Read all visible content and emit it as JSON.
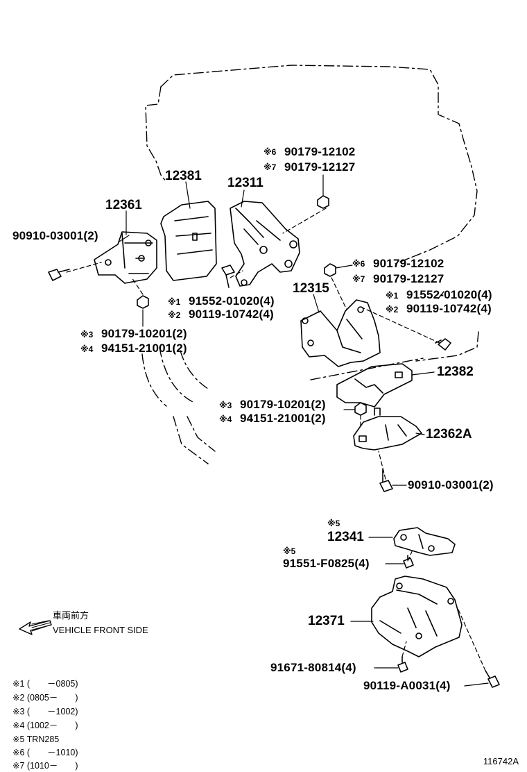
{
  "labels": {
    "p12381": "12381",
    "p12311": "12311",
    "p12361": "12361",
    "p90910_left": "90910-03001(2)",
    "n6_top": "※6",
    "p90179_12102_top": "90179-12102",
    "n7_top": "※7",
    "p90179_12127_top": "90179-12127",
    "n6_mid": "※6",
    "p90179_12102_mid": "90179-12102",
    "n7_mid": "※7",
    "p90179_12127_mid": "90179-12127",
    "n1_left": "※1",
    "p91552_left": "91552-01020(4)",
    "n2_left": "※2",
    "p90119_left": "90119-10742(4)",
    "p12315": "12315",
    "n1_right": "※1",
    "p91552_right": "91552-01020(4)",
    "n2_right": "※2",
    "p90119_right": "90119-10742(4)",
    "n3_left": "※3",
    "p90179_10201_left": "90179-10201(2)",
    "n4_left": "※4",
    "p94151_left": "94151-21001(2)",
    "p12382": "12382",
    "n3_right": "※3",
    "p90179_10201_right": "90179-10201(2)",
    "n4_right": "※4",
    "p94151_right": "94151-21001(2)",
    "p12362A": "12362A",
    "p90910_right": "90910-03001(2)",
    "n5_a": "※5",
    "p12341": "12341",
    "n5_b": "※5",
    "p91551": "91551-F0825(4)",
    "p12371": "12371",
    "p91671": "91671-80814(4)",
    "p90119_A0031": "90119-A0031(4)"
  },
  "front": {
    "jp": "車両前方",
    "en": "VEHICLE FRONT SIDE"
  },
  "legend": [
    "※1 (　　－0805)",
    "※2 (0805－　　)",
    "※3 (　　－1002)",
    "※4 (1002－　　)",
    "※5 TRN285",
    "※6 (　　－1010)",
    "※7 (1010－　　)"
  ],
  "ref": "116742A"
}
